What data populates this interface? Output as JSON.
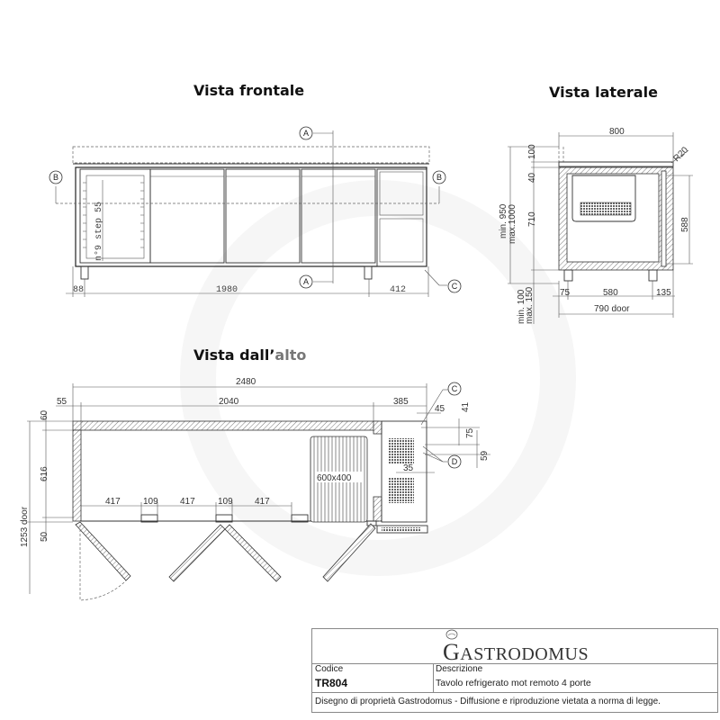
{
  "views": {
    "front": {
      "title": "Vista frontale",
      "dims": {
        "left_offset": "88",
        "width_cabinet": "1980",
        "width_unit": "412"
      },
      "shelf_note": "n°9 step 55",
      "section_labels": [
        "A",
        "A",
        "B",
        "B",
        "C"
      ]
    },
    "side": {
      "title": "Vista laterale",
      "dims": {
        "depth": "800",
        "radius": "R20",
        "top_height": "100",
        "worktop": "40",
        "body_height": "710",
        "total_min": "min. 950",
        "total_max": "max.1000",
        "feet_min": "min. 100",
        "feet_max": "max. 150",
        "door_height": "588",
        "front_offset": "75",
        "feet_span": "580",
        "rear_offset": "135",
        "door_depth": "790 door"
      }
    },
    "top": {
      "title_dark": "Vista dall’",
      "title_light": "alto",
      "dims": {
        "total_width": "2480",
        "left_margin": "55",
        "inner_width": "2040",
        "unit_width": "385",
        "back_wall": "60",
        "inner_depth": "616",
        "front_gap": "50",
        "depth_with_door": "1253 door",
        "door1": "417",
        "mullion1": "109",
        "door2": "417",
        "mullion2": "109",
        "door3": "417",
        "tray": "600x400",
        "c45": "45",
        "c41": "41",
        "c75": "75",
        "c59": "59",
        "c35": "35"
      },
      "section_labels": [
        "C",
        "D"
      ]
    }
  },
  "title_block": {
    "brand": "Gastrodomus",
    "brand_first": "G",
    "brand_rest": "ASTRODOMUS",
    "code_label": "Codice",
    "code_value": "TR804",
    "desc_label": "Descrizione",
    "desc_value": "Tavolo refrigerato mot remoto 4 porte",
    "footer": "Disegno di proprietà Gastrodomus - Diffusione e riproduzione vietata a norma di legge."
  }
}
